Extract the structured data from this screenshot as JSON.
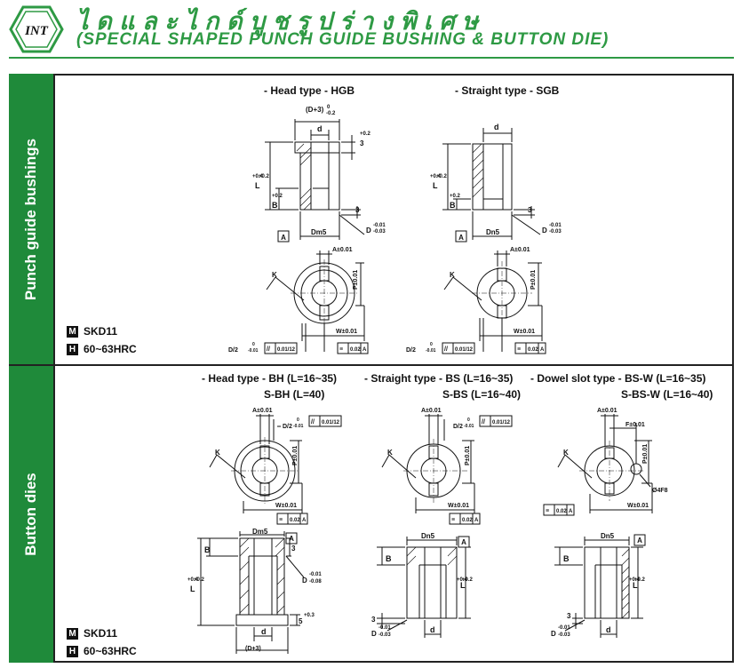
{
  "header": {
    "logo_text": "INT",
    "title_thai": "ไ ด แ ล ะ ไ ก ด์ บู ช รู ป ร่ า ง พิ เ ศ ษ",
    "title_en": "(SPECIAL SHAPED PUNCH GUIDE BUSHING & BUTTON DIE)"
  },
  "sections": {
    "top": {
      "side_label": "Punch guide bushings",
      "hgb_title": "- Head type - HGB",
      "sgb_title": "- Straight type - SGB",
      "material": "SKD11",
      "hardness": "60~63HRC"
    },
    "bottom": {
      "side_label": "Button dies",
      "bh_title1": "- Head type - BH (L=16~35)",
      "bh_title2": "S-BH (L=40)",
      "bs_title1": "- Straight type - BS (L=16~35)",
      "bs_title2": "S-BS (L=16~40)",
      "bsw_title1": "- Dowel slot type - BS-W (L=16~35)",
      "bsw_title2": "S-BS-W (L=16~40)",
      "material": "SKD11",
      "hardness": "60~63HRC"
    }
  },
  "badges": {
    "m": "M",
    "h": "H"
  },
  "dims": {
    "d3": "(D+3)",
    "d": "d",
    "three_tol": "3",
    "L": "L",
    "B": "B",
    "three": "3",
    "D": "D",
    "A": "A",
    "Dm5": "Dm5",
    "Dn5": "Dn5",
    "Aplus": "A±0.01",
    "P": "P±0.01",
    "K": "K",
    "W": "W±0.01",
    "F": "F±0.01",
    "D2": "D/2",
    "par": "0.01/12",
    "eq": "0.02",
    "phi": "Ø4F8",
    "five": "5",
    "tol_p4": "+0.4",
    "tol_p2": "+0.2",
    "tol_0": "0",
    "tol_m2": "-0.2",
    "tol_m01": "-0.01",
    "tol_m03": "-0.03",
    "tol_m08": "-0.08",
    "tol_p3": "+0.3"
  },
  "colors": {
    "brand_green": "#2e9a44",
    "side_green": "#1f8a3a"
  }
}
